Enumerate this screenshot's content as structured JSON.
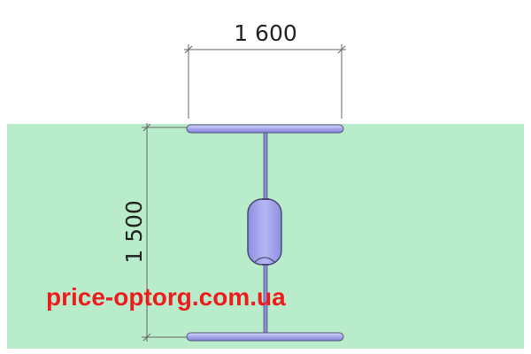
{
  "drawing": {
    "width_label": "1 600",
    "length_label": "1 500",
    "watermark": "price-optorg.com.ua"
  },
  "colors": {
    "zone": "#b9eccb",
    "bar_fill": "#a9a9ee",
    "bar_stroke": "#55557a",
    "dimension_line": "#666666",
    "watermark": "#ee1c1c"
  }
}
